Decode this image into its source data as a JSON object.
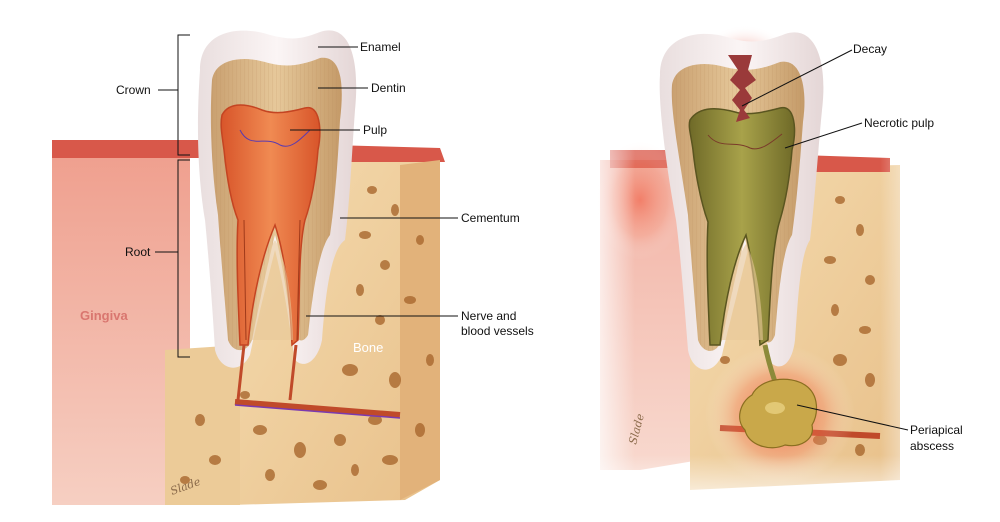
{
  "healthy_tooth": {
    "labels": {
      "enamel": "Enamel",
      "dentin": "Dentin",
      "pulp": "Pulp",
      "crown": "Crown",
      "cementum": "Cementum",
      "root": "Root",
      "nerve_line1": "Nerve and",
      "nerve_line2": "blood vessels",
      "gingiva": "Gingiva",
      "bone": "Bone"
    },
    "signature": "Slade"
  },
  "infected_tooth": {
    "labels": {
      "decay": "Decay",
      "necrotic_pulp": "Necrotic pulp",
      "abscess_line1": "Periapical",
      "abscess_line2": "abscess"
    },
    "signature": "Slade"
  },
  "colors": {
    "gum_top": "#d8584a",
    "gum_side": "#f0b8a8",
    "bone": "#f2d4a6",
    "bone_pore": "#a9682e",
    "enamel": "#f5ecec",
    "dentin": "#d9b98a",
    "pulp": "#e06a3c",
    "necrotic_pulp": "#8c8a3a",
    "decay": "#9a3a3a",
    "abscess": "#c9a84a",
    "inflammation": "#f04a2a"
  }
}
